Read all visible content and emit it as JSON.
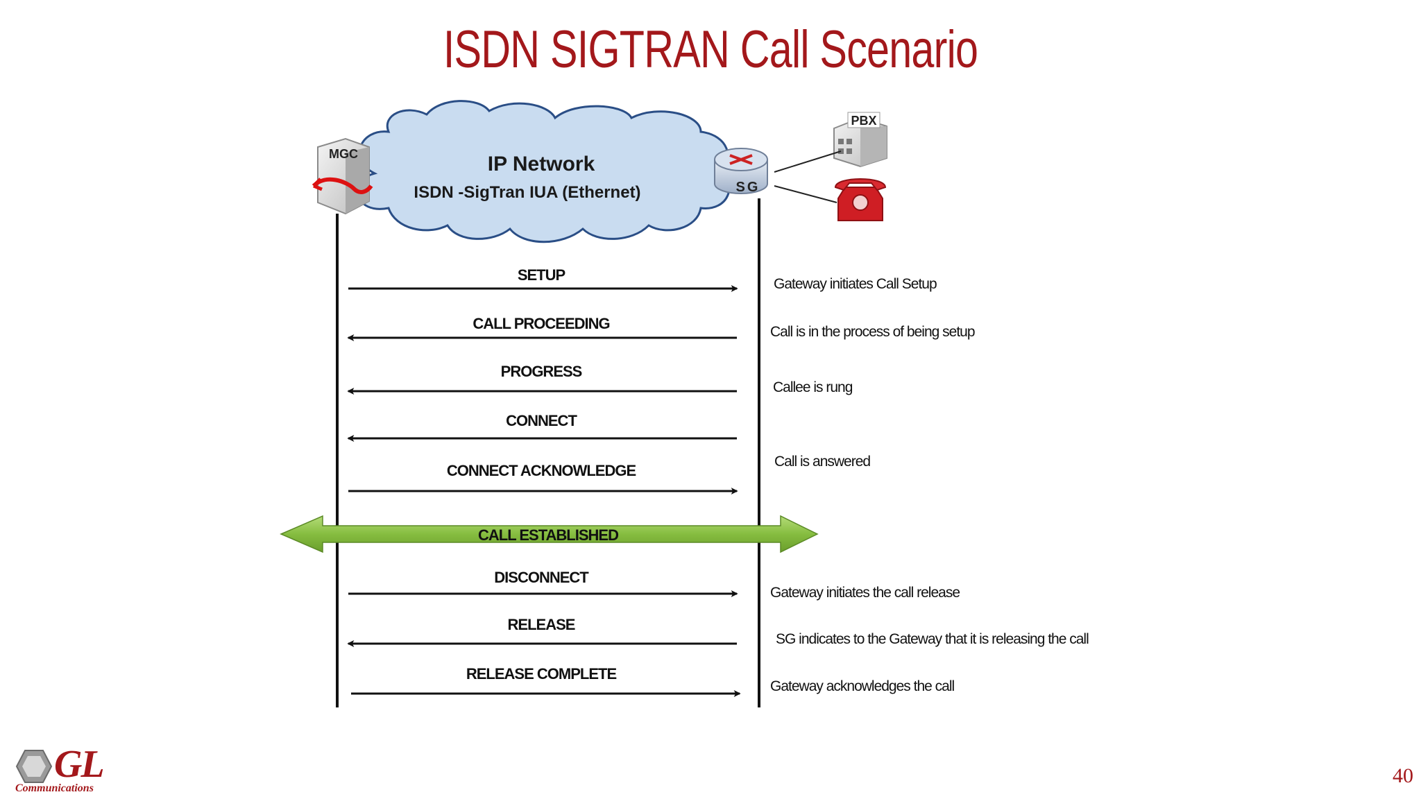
{
  "slide": {
    "title": "ISDN SIGTRAN Call Scenario",
    "page_number": "40"
  },
  "diagram": {
    "cloud": {
      "title": "IP Network",
      "subtitle": "ISDN -SigTran IUA (Ethernet)"
    },
    "nodes": {
      "mgc": "MGC",
      "sg": "SG",
      "pbx": "PBX"
    },
    "messages": [
      {
        "label": "SETUP",
        "direction": "right",
        "note": "Gateway initiates Call Setup"
      },
      {
        "label": "CALL PROCEEDING",
        "direction": "left",
        "note": "Call is in the process of  being setup"
      },
      {
        "label": "PROGRESS",
        "direction": "left",
        "note": "Callee is  rung"
      },
      {
        "label": "CONNECT",
        "direction": "left",
        "note": ""
      },
      {
        "label": "CONNECT ACKNOWLEDGE",
        "direction": "right",
        "note": "Call is answered"
      },
      {
        "label": "DISCONNECT",
        "direction": "right",
        "note": "Gateway initiates the call release"
      },
      {
        "label": "RELEASE",
        "direction": "left",
        "note": "SG indicates to the Gateway that it is releasing the call"
      },
      {
        "label": "RELEASE COMPLETE",
        "direction": "right",
        "note": "Gateway acknowledges  the call"
      }
    ],
    "established": "CALL ESTABLISHED"
  },
  "logo": {
    "text": "GL",
    "subtitle": "Communications"
  },
  "colors": {
    "title": "#a3181b",
    "cloud_fill": "#c9dcf0",
    "cloud_stroke": "#2a4e86",
    "established_arrow": "#8cc04a"
  }
}
